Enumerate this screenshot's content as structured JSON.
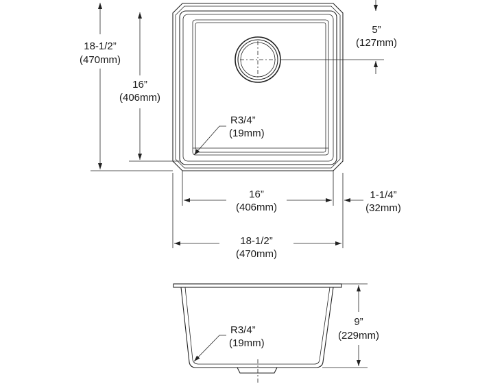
{
  "drawing": {
    "overall_height": {
      "imperial": "18-1/2”",
      "metric": "(470mm)"
    },
    "bowl_height": {
      "imperial": "16”",
      "metric": "(406mm)"
    },
    "drain_offset": {
      "imperial": "5”",
      "metric": "(127mm)"
    },
    "corner_radius_top": {
      "imperial": "R3/4”",
      "metric": "(19mm)"
    },
    "bowl_width": {
      "imperial": "16”",
      "metric": "(406mm)"
    },
    "side_rim": {
      "imperial": "1-1/4”",
      "metric": "(32mm)"
    },
    "overall_width": {
      "imperial": "18-1/2”",
      "metric": "(470mm)"
    },
    "depth": {
      "imperial": "9”",
      "metric": "(229mm)"
    },
    "corner_radius_side": {
      "imperial": "R3/4”",
      "metric": "(19mm)"
    }
  }
}
